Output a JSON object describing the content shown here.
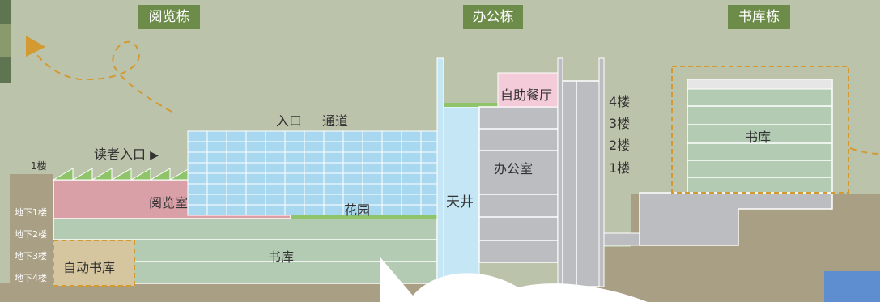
{
  "headers": {
    "reading": "阅览栋",
    "office": "办公栋",
    "library": "书库栋"
  },
  "floors_left": {
    "f1": "1楼",
    "b1": "地下1楼",
    "b2": "地下2楼",
    "b3": "地下3楼",
    "b4": "地下4楼"
  },
  "floors_right": {
    "f4": "4楼",
    "f3": "3楼",
    "f2": "2楼",
    "f1": "1楼"
  },
  "labels": {
    "entrance": "入口",
    "passage": "通道",
    "reader_entrance": "读者入口",
    "reading_room": "阅览室",
    "garden": "花园",
    "stacks": "书库",
    "auto_stacks": "自动书库",
    "atrium": "天井",
    "office_room": "办公室",
    "cafeteria": "自助餐厅",
    "stacks_right": "书库"
  },
  "colors": {
    "header_green": "#6d8c4a",
    "background": "#bcc3ab",
    "ground": "#a99f84",
    "stack_green": "#b3cbb3",
    "reading_pink": "#d9a0a8",
    "atrium_blue": "#c5e6f4",
    "office_gray": "#bcbdc0",
    "cafe_pink": "#f4cbd9",
    "dash_orange": "#d39a32"
  }
}
